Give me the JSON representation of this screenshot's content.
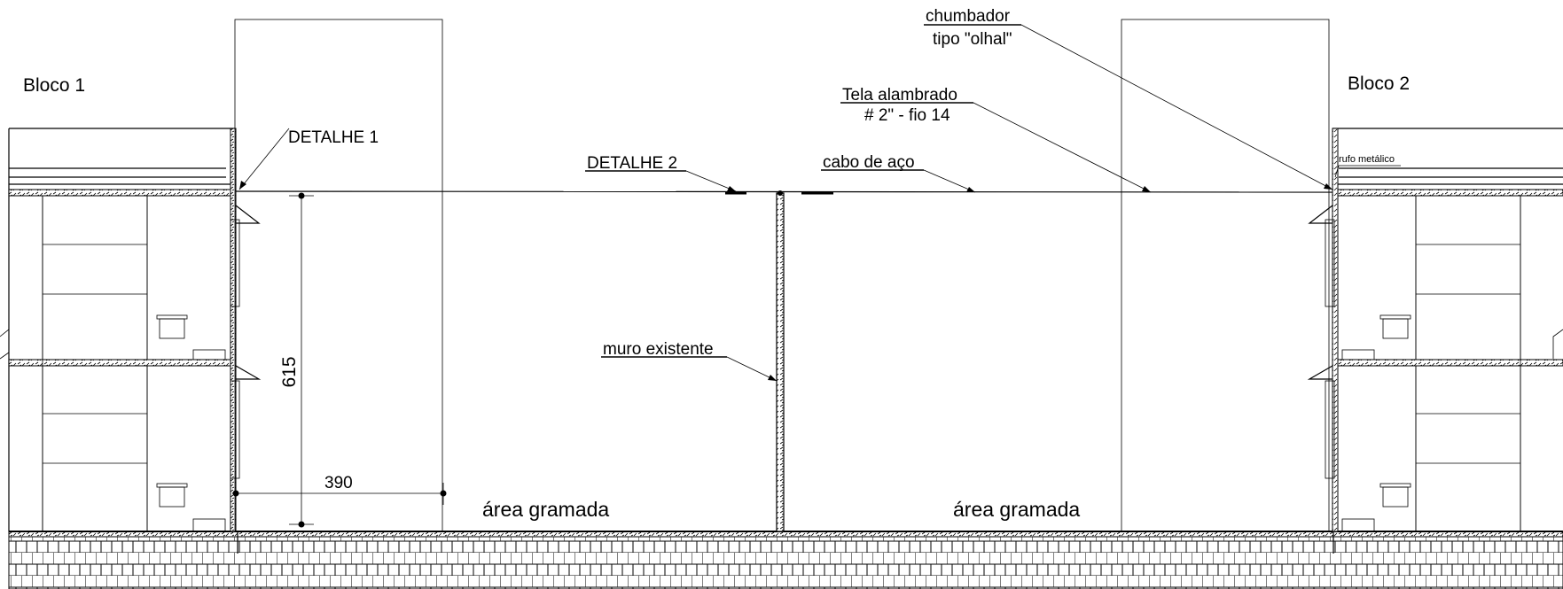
{
  "labels": {
    "bloco1": "Bloco 1",
    "bloco2": "Bloco 2",
    "detalhe1": "DETALHE 1",
    "detalhe2": "DETALHE 2",
    "cabo": "cabo de aço",
    "tela_line1": "Tela alambrado",
    "tela_line2": "# 2\" - fio 14",
    "chumbador_line1": "chumbador",
    "chumbador_line2": "tipo \"olhal\"",
    "rufo": "rufo metálico",
    "muro": "muro existente",
    "area_left": "área gramada",
    "area_right": "área gramada"
  },
  "dimensions": {
    "vertical": "615",
    "horizontal": "390"
  }
}
